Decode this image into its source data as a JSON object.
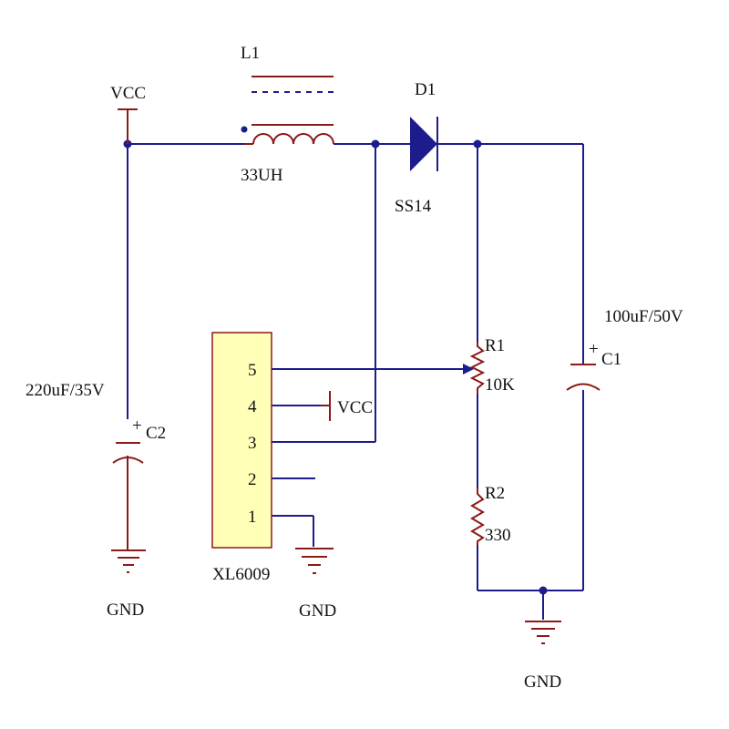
{
  "net_labels": {
    "vcc_top": "VCC",
    "vcc_ic": "VCC",
    "gnd_left": "GND",
    "gnd_ic": "GND",
    "gnd_right": "GND"
  },
  "inductor": {
    "ref": "L1",
    "value": "33UH"
  },
  "diode": {
    "ref": "D1",
    "value": "SS14"
  },
  "cap_in": {
    "ref": "C2",
    "value": "220uF/35V"
  },
  "cap_out": {
    "ref": "C1",
    "value": "100uF/50V"
  },
  "r_top": {
    "ref": "R1",
    "value": "10K"
  },
  "r_bottom": {
    "ref": "R2",
    "value": "330"
  },
  "ic": {
    "name": "XL6009",
    "pins": [
      "5",
      "4",
      "3",
      "2",
      "1"
    ]
  },
  "polarity_mark": "+",
  "colors": {
    "wire": "#1c1c8c",
    "symbol": "#8b1a1a",
    "ic_fill": "#ffffb8",
    "junction": "#1c1c8c"
  }
}
